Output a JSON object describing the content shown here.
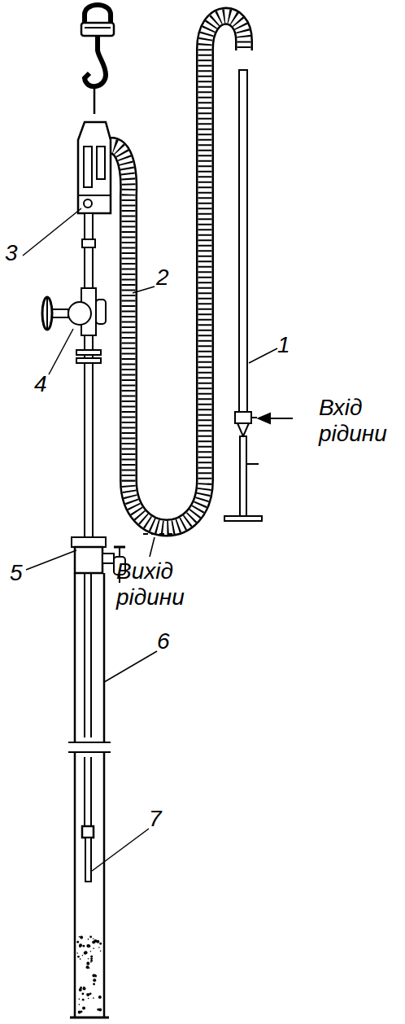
{
  "diagram": {
    "labels": [
      "1",
      "2",
      "3",
      "4",
      "5",
      "6",
      "7",
      "Вхід рідини",
      "Вихід рідини"
    ]
  }
}
